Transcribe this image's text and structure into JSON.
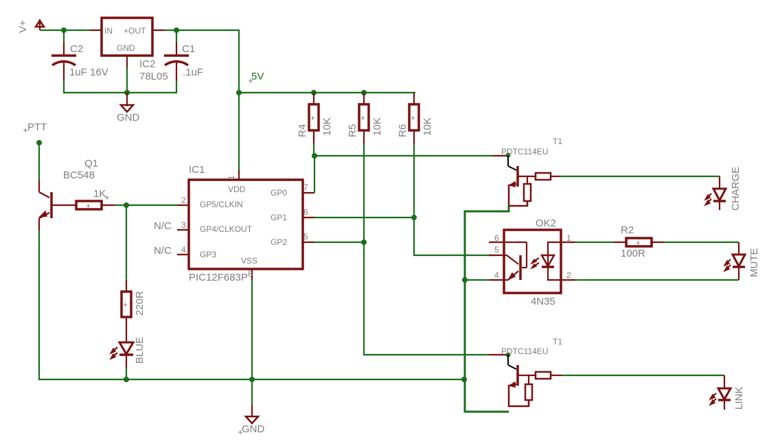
{
  "title": "PTT LED indicator schematic",
  "colors": {
    "wire": "#1a6e1a",
    "part": "#7a1010",
    "text": "#7d7d7d"
  },
  "power": {
    "vplus": "V+",
    "five_v": "5V",
    "gnd_top": "GND",
    "gnd_bottom": "GND"
  },
  "regulator": {
    "name": "IC2",
    "value": "78L05",
    "pin_in": "IN",
    "pin_out": "+OUT",
    "pin_gnd": "GND"
  },
  "capacitors": [
    {
      "name": "C2",
      "value": "1uF 16V"
    },
    {
      "name": "C1",
      "value": ".1uF"
    }
  ],
  "ptt": {
    "label": "PTT"
  },
  "q1": {
    "name": "Q1",
    "value": "BC548"
  },
  "r_base": {
    "value": "1K"
  },
  "r_blue": {
    "value": "220R"
  },
  "led_blue": {
    "label": "BLUE"
  },
  "ic1": {
    "name": "IC1",
    "part": "PIC12F683P",
    "pins_left": [
      {
        "num": "2",
        "label": "GP5/CLKIN"
      },
      {
        "num": "3",
        "label": "GP4/CLKOUT"
      },
      {
        "num": "4",
        "label": "GP3"
      }
    ],
    "pins_right": [
      {
        "num": "7",
        "label": "GP0"
      },
      {
        "num": "6",
        "label": "GP1"
      },
      {
        "num": "5",
        "label": "GP2"
      }
    ],
    "vdd": "VDD",
    "vss": "VSS",
    "pin_vdd": "1",
    "pin_vss": "8"
  },
  "nc_labels": [
    "N/C",
    "N/C"
  ],
  "pullups": [
    {
      "name": "R4",
      "value": "10K"
    },
    {
      "name": "R5",
      "value": "10K"
    },
    {
      "name": "R6",
      "value": "10K"
    }
  ],
  "t1_top": {
    "name": "T1",
    "value": "PDTC114EU"
  },
  "t1_bottom": {
    "name": "T1",
    "value": "PDTC114EU"
  },
  "ok2": {
    "name": "OK2",
    "value": "4N35",
    "pins": [
      "6",
      "5",
      "4",
      "1",
      "2"
    ]
  },
  "r2": {
    "name": "R2",
    "value": "100R"
  },
  "leds_right": [
    "CHARGE",
    "MUTE",
    "LINK"
  ]
}
